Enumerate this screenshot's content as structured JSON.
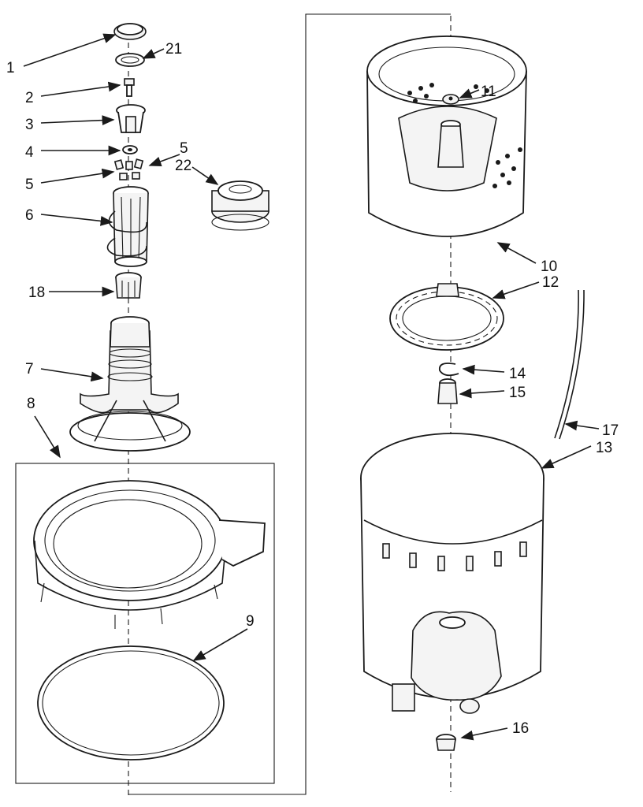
{
  "callouts": [
    {
      "id": "c1",
      "label": "1"
    },
    {
      "id": "c21",
      "label": "21"
    },
    {
      "id": "c2",
      "label": "2"
    },
    {
      "id": "c3",
      "label": "3"
    },
    {
      "id": "c4",
      "label": "4"
    },
    {
      "id": "c5a",
      "label": "5"
    },
    {
      "id": "c5b",
      "label": "5"
    },
    {
      "id": "c22",
      "label": "22"
    },
    {
      "id": "c6",
      "label": "6"
    },
    {
      "id": "c18",
      "label": "18"
    },
    {
      "id": "c7",
      "label": "7"
    },
    {
      "id": "c8",
      "label": "8"
    },
    {
      "id": "c9",
      "label": "9"
    },
    {
      "id": "c11",
      "label": "11"
    },
    {
      "id": "c10",
      "label": "10"
    },
    {
      "id": "c12",
      "label": "12"
    },
    {
      "id": "c14",
      "label": "14"
    },
    {
      "id": "c15",
      "label": "15"
    },
    {
      "id": "c17",
      "label": "17"
    },
    {
      "id": "c13",
      "label": "13"
    },
    {
      "id": "c16",
      "label": "16"
    }
  ]
}
